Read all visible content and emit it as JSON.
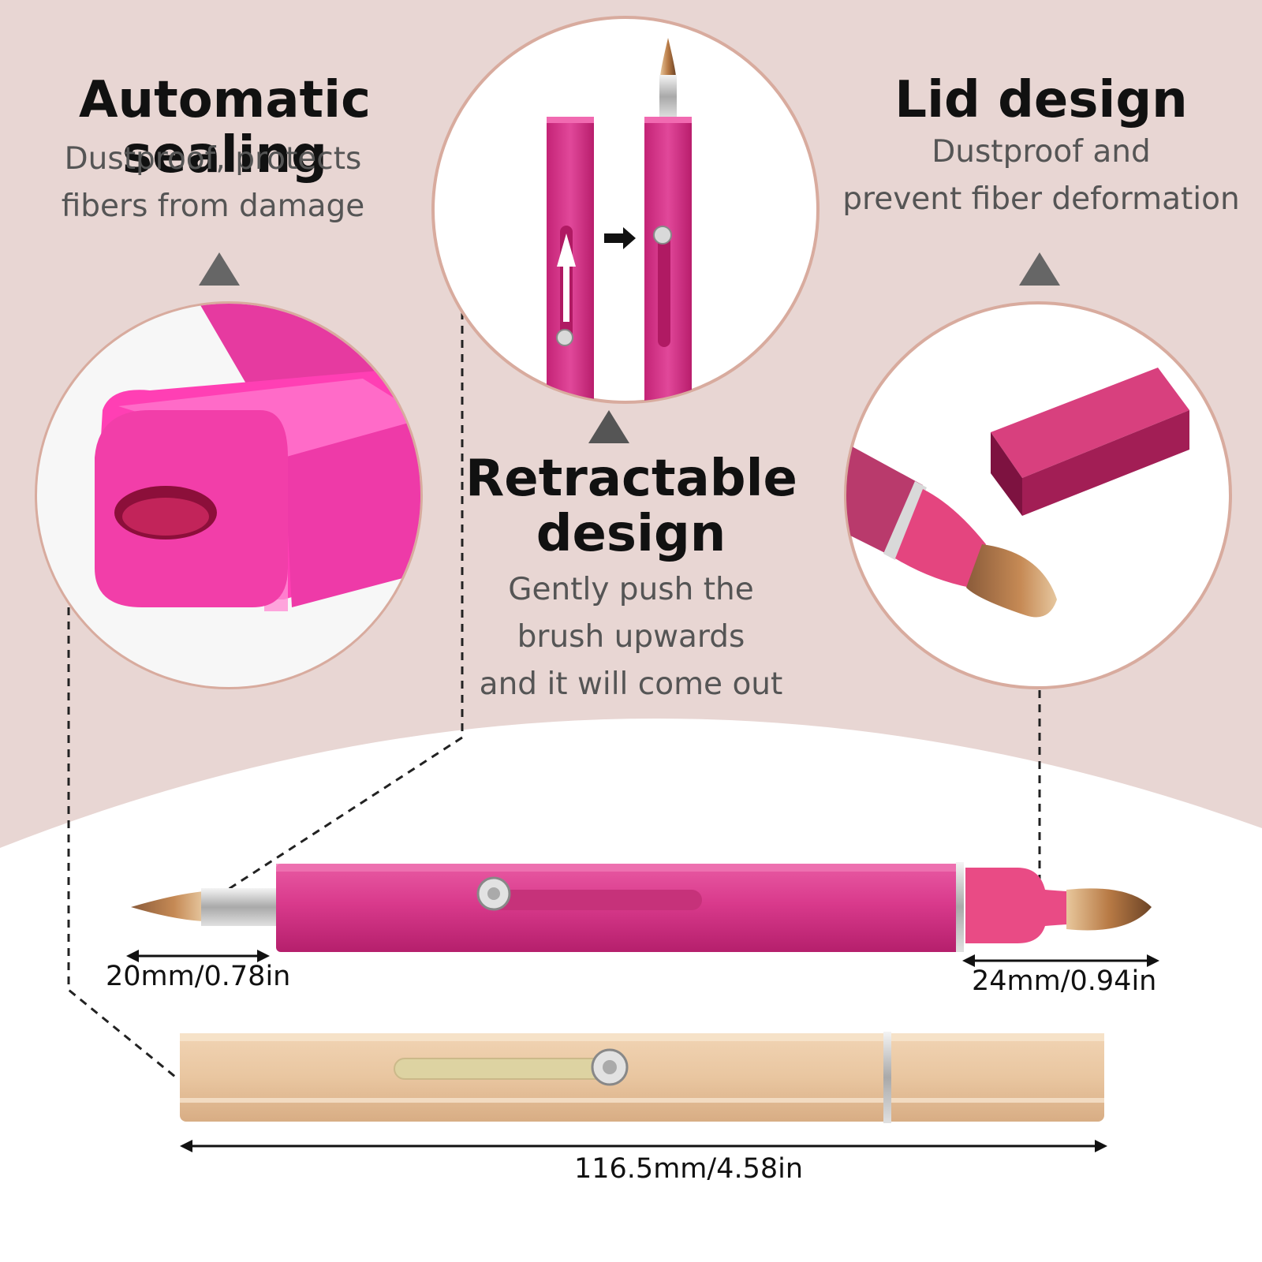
{
  "features": {
    "automatic_sealing": {
      "title": "Automatic sealing",
      "desc_line1": "Dustproof, protects",
      "desc_line2": "fibers from damage"
    },
    "retractable": {
      "title_line1": "Retractable",
      "title_line2": "design",
      "desc_line1": "Gently push the",
      "desc_line2": "brush upwards",
      "desc_line3": "and it will come out"
    },
    "lid": {
      "title": "Lid design",
      "desc_line1": "Dustproof and",
      "desc_line2": "prevent fiber deformation"
    }
  },
  "measurements": {
    "tip_length": "20mm/0.78in",
    "lid_brush_length": "24mm/0.94in",
    "total_length": "116.5mm/4.58in"
  },
  "colors": {
    "background_top": "#e8d6d3",
    "background_bottom": "#ffffff",
    "brush_pink": "#e0338f",
    "brush_gold": "#ebc9a3",
    "circle_border": "#d8ab9e",
    "bristle": "#b9743f"
  }
}
